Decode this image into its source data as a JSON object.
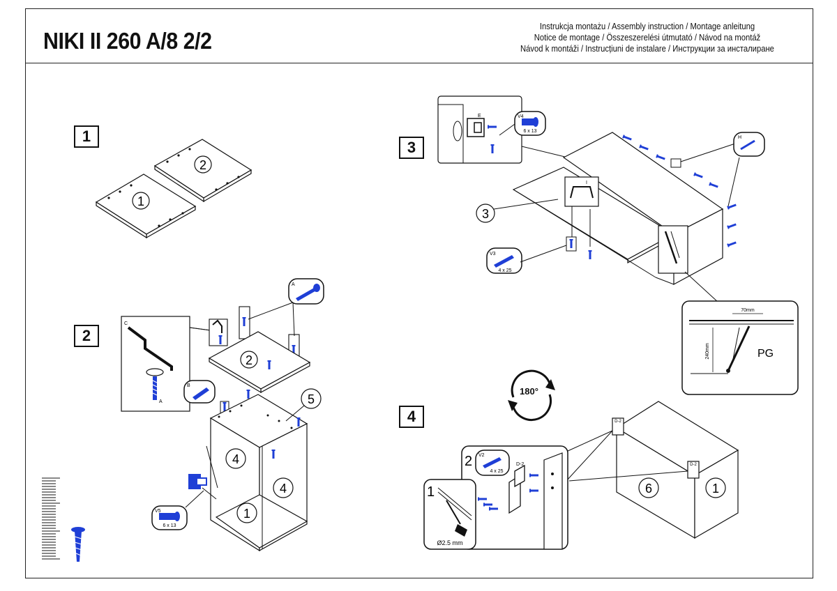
{
  "header": {
    "title": "NIKI II 260 A/8 2/2",
    "instruction_lines": [
      "Instrukcja montażu / Assembly instruction / Montage anleitung",
      "Notice de montage / Összeszerelési útmutató / Návod na montáž",
      "Návod k montáži / Instrucțiuni de instalare / Инструкции за инсталиране"
    ]
  },
  "steps": {
    "s1": "1",
    "s2": "2",
    "s3": "3",
    "s4": "4"
  },
  "parts": {
    "p1": "1",
    "p2": "2",
    "p3": "3",
    "p4": "4",
    "p5": "5",
    "p6": "6"
  },
  "callouts": {
    "v4": "V4",
    "v4_size": "6 x 13",
    "v3": "V3",
    "v3_size": "4 x 25",
    "v2": "V2",
    "v2_size": "4 x 25",
    "v5": "V5",
    "v5_size": "6 x 13",
    "a": "A",
    "b": "B",
    "c": "C",
    "e": "E",
    "h": "H",
    "i": "I",
    "d2": "D-2",
    "sub1": "1",
    "sub2": "2",
    "drill": "Ø2.5 mm",
    "pg": "PG",
    "dim_w": "70mm",
    "dim_h": "240mm",
    "rotate": "180°"
  },
  "colors": {
    "ink": "#111111",
    "screw_blue": "#1f3fd6",
    "paper": "#ffffff"
  }
}
